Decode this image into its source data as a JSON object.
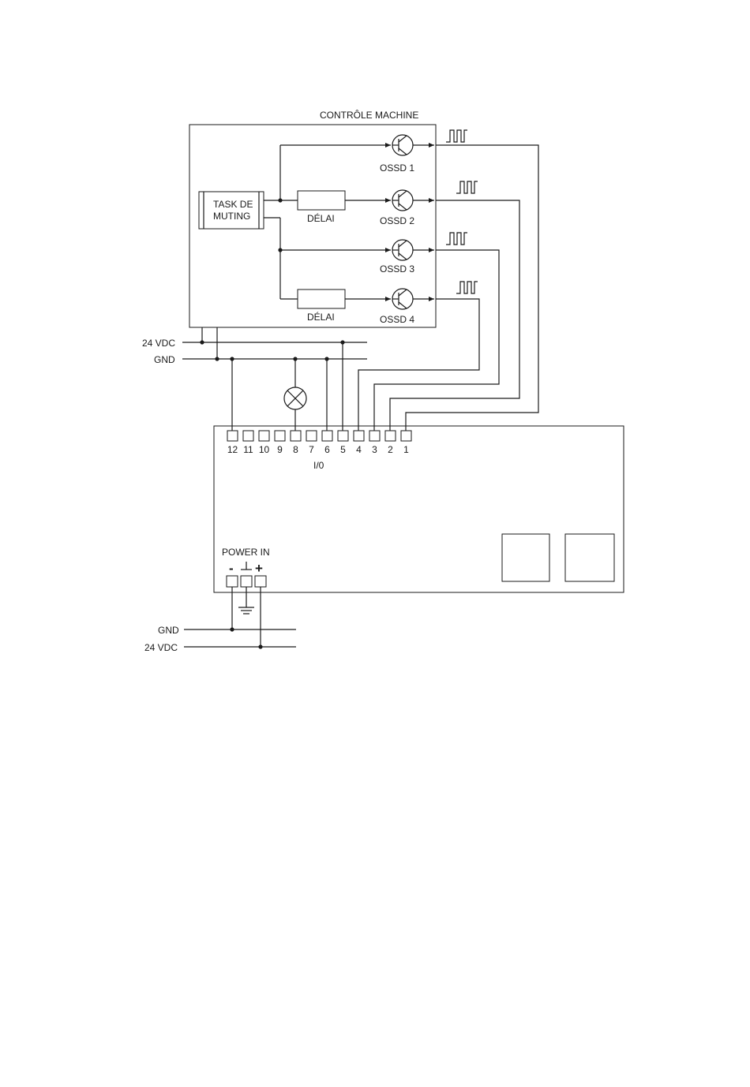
{
  "controller": {
    "title": "CONTRÔLE MACHINE",
    "task_label": [
      "TASK DE",
      "MUTING"
    ],
    "delay_label": "DÉLAI",
    "outputs": [
      "OSSD 1",
      "OSSD 2",
      "OSSD 3",
      "OSSD 4"
    ]
  },
  "rails": {
    "top": [
      "24 VDC",
      "GND"
    ],
    "bottom": [
      "GND",
      "24 VDC"
    ]
  },
  "module": {
    "terminals": [
      "12",
      "11",
      "10",
      "9",
      "8",
      "7",
      "6",
      "5",
      "4",
      "3",
      "2",
      "1"
    ],
    "io_label": "I/0",
    "power_label": "POWER IN",
    "power_symbols": [
      "-",
      "+"
    ]
  }
}
